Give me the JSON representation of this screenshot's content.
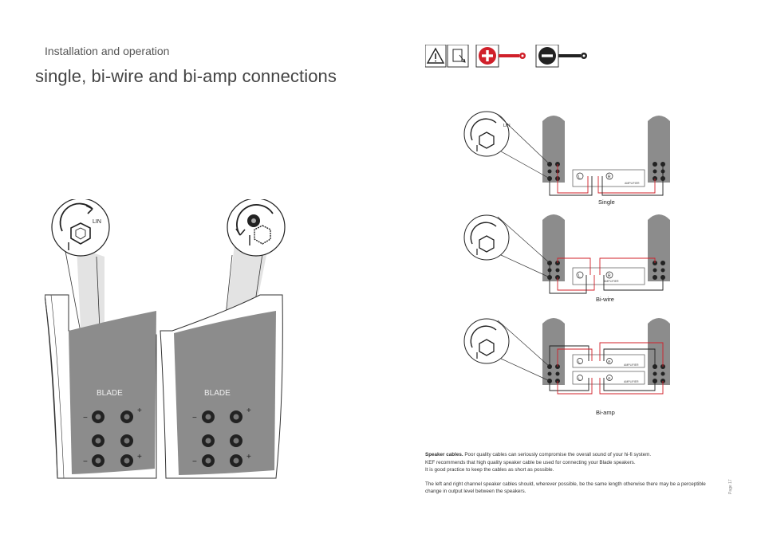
{
  "header": {
    "section": "Installation and operation",
    "title": "single, bi-wire and bi-amp connections"
  },
  "left_illustration": {
    "knob_label": "LIN",
    "brand_left": "BLADE",
    "brand_right": "BLADE"
  },
  "diagrams": [
    {
      "label": "Single",
      "amp_text": "AMPLIFIER",
      "left": "L",
      "right": "R",
      "knob_label": "LIN"
    },
    {
      "label": "Bi-wire",
      "amp_text": "AMPLIFIER",
      "left": "L",
      "right": "R"
    },
    {
      "label": "Bi-amp",
      "amp_text": "AMPLIFIER",
      "left": "L",
      "right": "R"
    }
  ],
  "text": {
    "heading": "Speaker cables.",
    "p1_rest": " Poor quality cables can seriously compromise the overall sound of your hi-fi system.",
    "p1_line2": "KEF recommends that high quality speaker cable be used for connecting your Blade speakers.",
    "p1_line3": "It is good practice to keep the cables as short as possible.",
    "p2": "The left and right channel speaker cables should, wherever possible, be the same length otherwise there may be a perceptible change in output level between the speakers."
  },
  "page": "Page 17",
  "colors": {
    "positive": "#d0202a",
    "negative": "#222222",
    "speaker_grey": "#8c8c8c"
  }
}
